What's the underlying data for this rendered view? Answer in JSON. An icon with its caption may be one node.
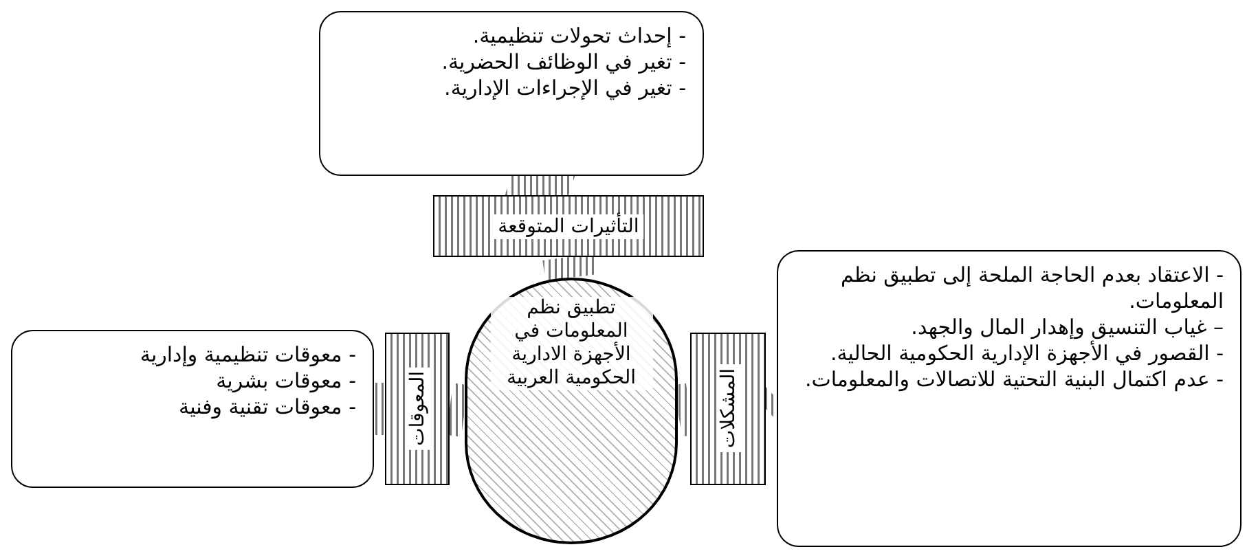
{
  "diagram": {
    "nodes": [
      {
        "text": [
          "- إحداث تحولات تنظيمية.",
          "- تغير في الوظائف الحضرية.",
          "- تغير في الإجراءات الإدارية."
        ]
      },
      {
        "text": [
          "التأثيرات المتوقعة"
        ]
      },
      {
        "text": [
          "تطبيق نظم المعلومات في الأجهزة الادارية الحكومية العربية"
        ]
      },
      {
        "text": [
          "المشكلات"
        ]
      },
      {
        "text": [
          "- الاعتقاد بعدم الحاجة الملحة إلى تطبيق نظم المعلومات.",
          "– غياب التنسيق وإهدار المال والجهد.",
          "- القصور في الأجهزة الإدارية الحكومية الحالية.",
          "- عدم اكتمال البنية التحتية للاتصالات والمعلومات."
        ]
      },
      {
        "text": [
          "المعوقات"
        ]
      },
      {
        "text": [
          "- معوقات تنظيمية وإدارية",
          "- معوقات بشرية",
          "- معوقات تقنية وفنية"
        ]
      }
    ],
    "edges": [
      {
        "from": 1,
        "to": 0,
        "arrow": "none"
      },
      {
        "from": 2,
        "to": 1,
        "arrow": "none"
      },
      {
        "from": 2,
        "to": 3,
        "arrow": "none"
      },
      {
        "from": 3,
        "to": 4,
        "arrow": "none"
      },
      {
        "from": 2,
        "to": 5,
        "arrow": "none"
      },
      {
        "from": 5,
        "to": 6,
        "arrow": "none"
      }
    ]
  }
}
